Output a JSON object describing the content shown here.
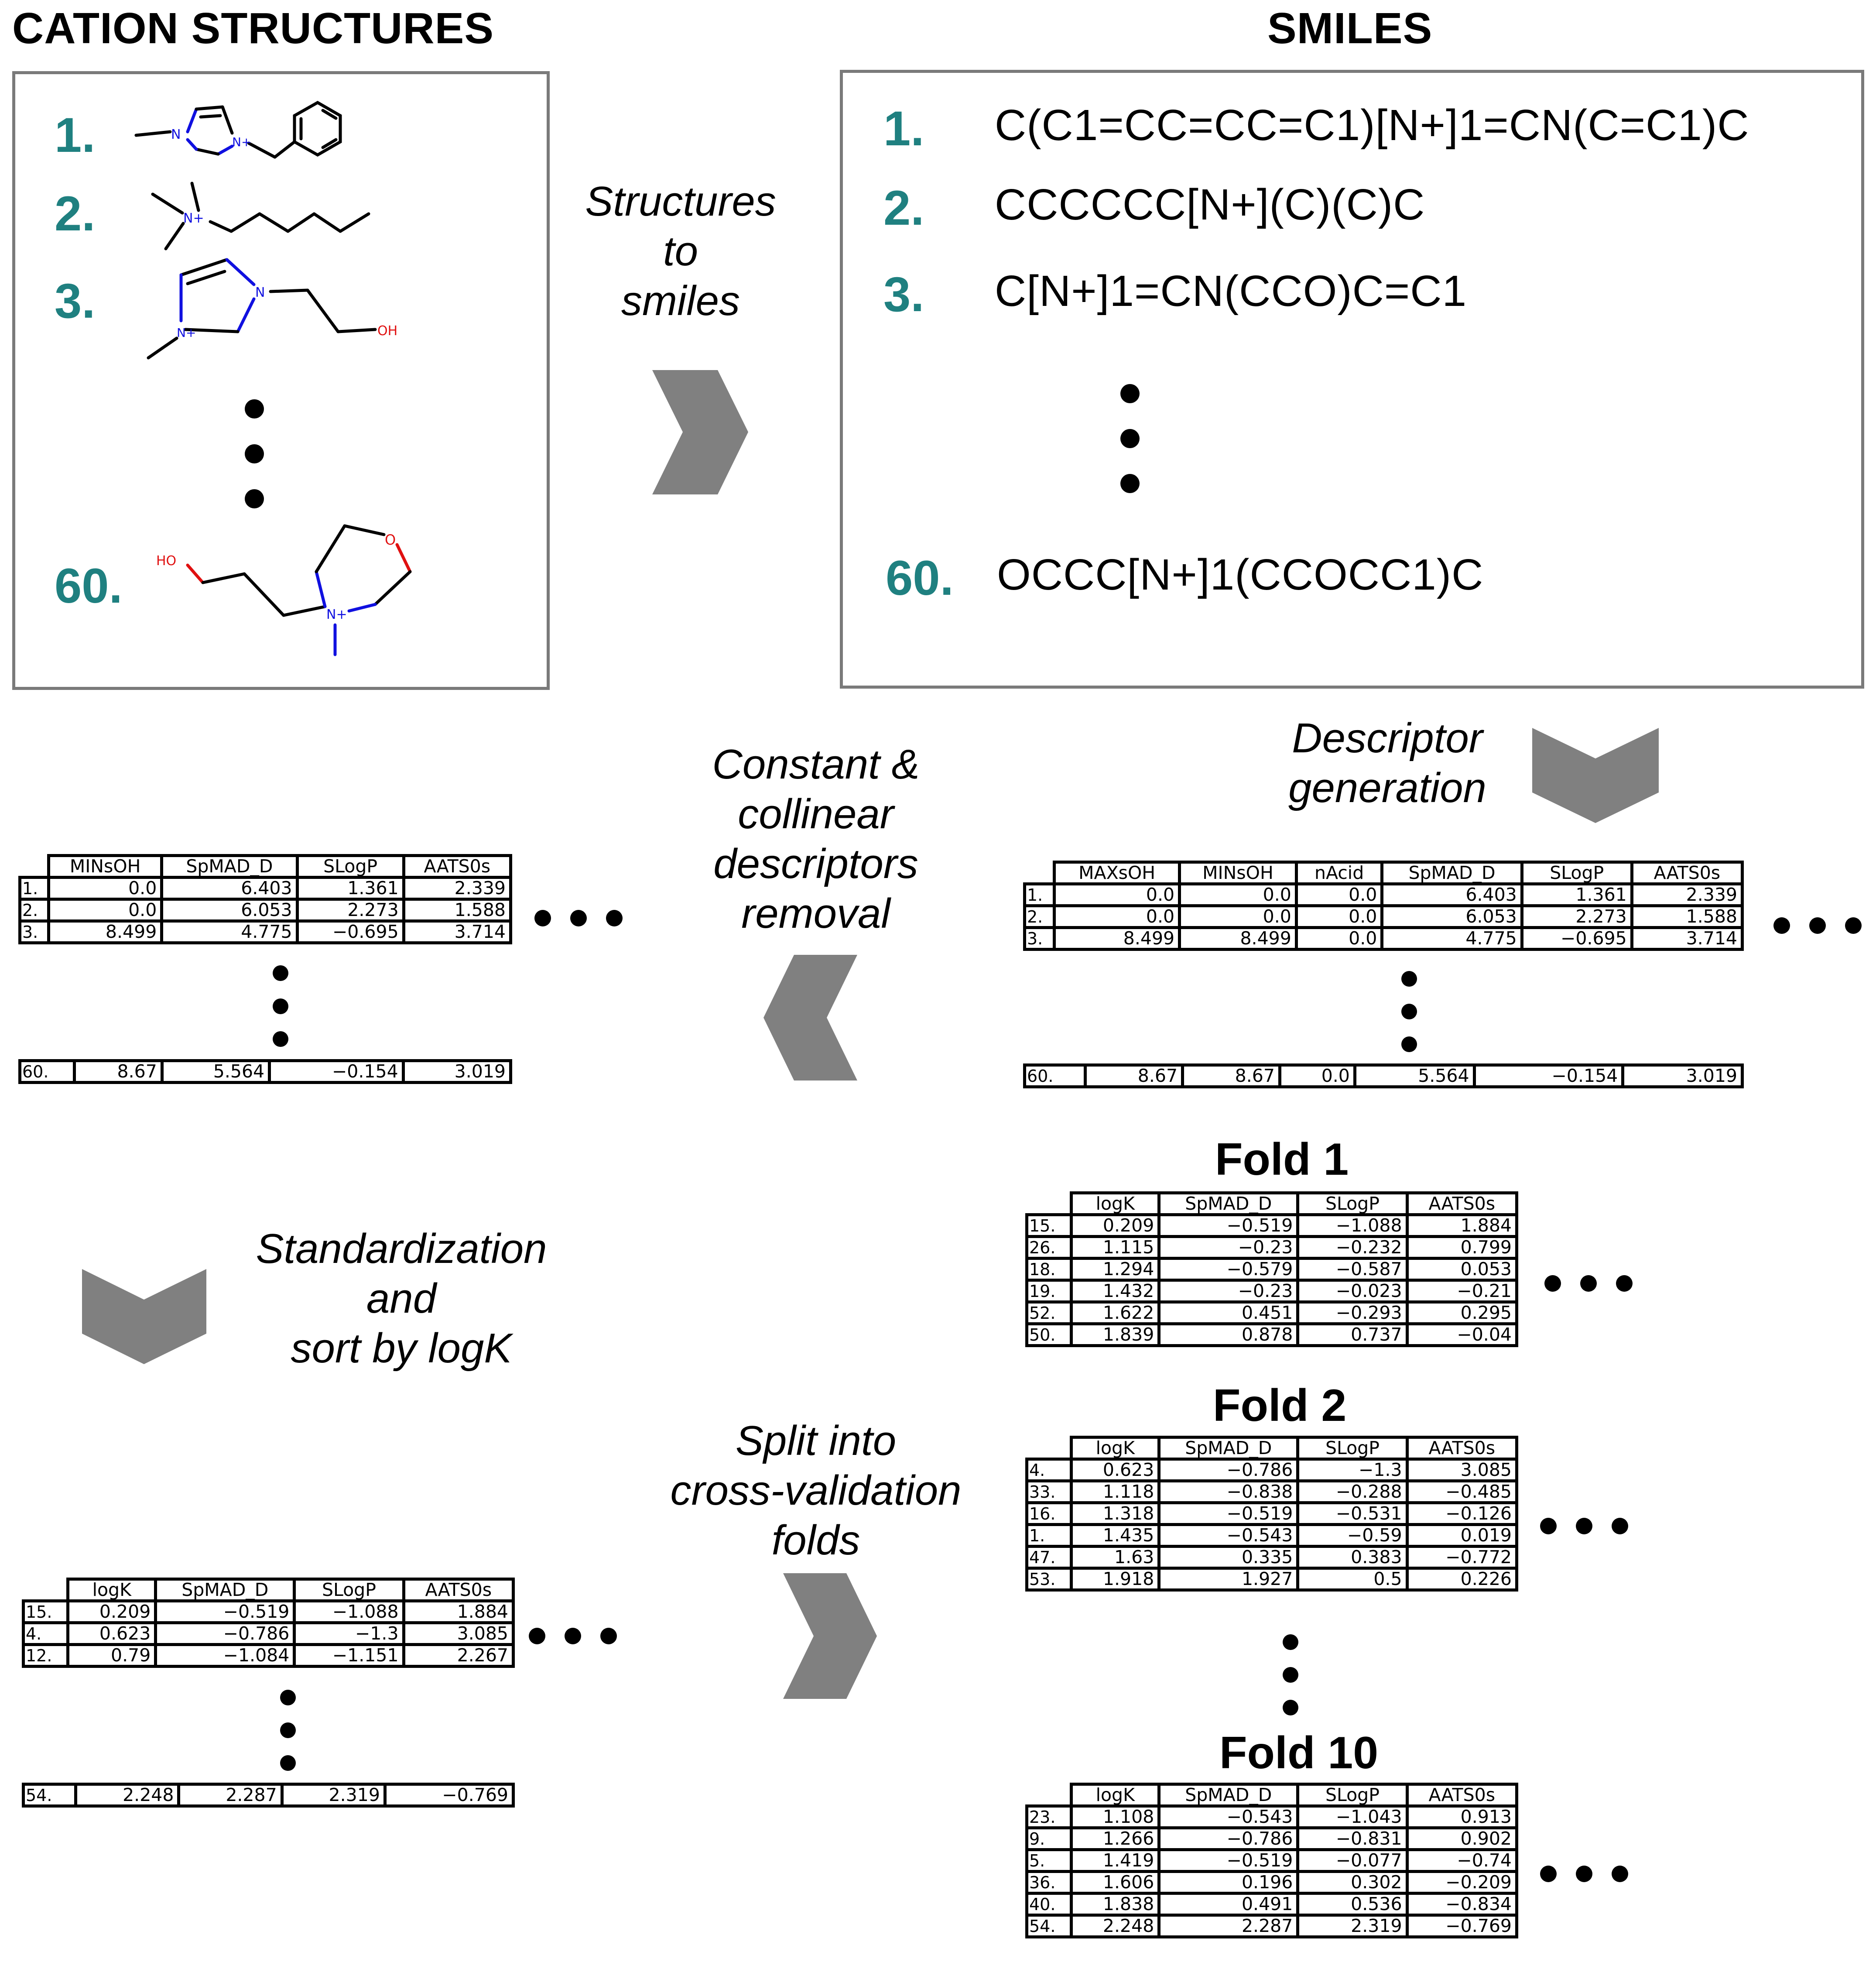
{
  "headings": {
    "structures": "CATION STRUCTURES",
    "smiles": "SMILES"
  },
  "structures": [
    {
      "number": "1.",
      "atom_labels": [
        "N",
        "N+"
      ]
    },
    {
      "number": "2.",
      "atom_labels": [
        "N+"
      ]
    },
    {
      "number": "3.",
      "atom_labels": [
        "N",
        "N+",
        "OH"
      ]
    },
    {
      "number": "60.",
      "atom_labels": [
        "HO",
        "N+",
        "O"
      ]
    }
  ],
  "smiles": [
    {
      "number": "1.",
      "text": "C(C1=CC=CC=C1)[N+]1=CN(C=C1)C"
    },
    {
      "number": "2.",
      "text": "CCCCCC[N+](C)(C)C"
    },
    {
      "number": "3.",
      "text": "C[N+]1=CN(CCO)C=C1"
    },
    {
      "number": "60.",
      "text": "OCCC[N+]1(CCOCC1)C"
    }
  ],
  "steps": {
    "to_smiles": [
      "Structures",
      "to",
      "smiles"
    ],
    "descriptor": [
      "Descriptor",
      "generation"
    ],
    "removal": [
      "Constant &",
      "collinear",
      "descriptors",
      "removal"
    ],
    "standardization": [
      "Standardization",
      "and",
      "sort by logK"
    ],
    "split": [
      "Split into",
      "cross-validation",
      "folds"
    ]
  },
  "colors": {
    "number_teal": "#1f8080",
    "arrow_gray": "#808080",
    "panel_border": "#7a7a7a",
    "atom_n": "#1010e0",
    "atom_o": "#e01010"
  },
  "tables": {
    "descriptors": {
      "headers": [
        "MAXsOH",
        "MINsOH",
        "nAcid",
        "SpMAD_D",
        "SLogP",
        "AATS0s"
      ],
      "rows": [
        [
          "1.",
          "0.0",
          "0.0",
          "0.0",
          "6.403",
          "1.361",
          "2.339"
        ],
        [
          "2.",
          "0.0",
          "0.0",
          "0.0",
          "6.053",
          "2.273",
          "1.588"
        ],
        [
          "3.",
          "8.499",
          "8.499",
          "0.0",
          "4.775",
          "−0.695",
          "3.714"
        ]
      ],
      "last_row": [
        "60.",
        "8.67",
        "8.67",
        "0.0",
        "5.564",
        "−0.154",
        "3.019"
      ]
    },
    "reduced": {
      "headers": [
        "MINsOH",
        "SpMAD_D",
        "SLogP",
        "AATS0s"
      ],
      "rows": [
        [
          "1.",
          "0.0",
          "6.403",
          "1.361",
          "2.339"
        ],
        [
          "2.",
          "0.0",
          "6.053",
          "2.273",
          "1.588"
        ],
        [
          "3.",
          "8.499",
          "4.775",
          "−0.695",
          "3.714"
        ]
      ],
      "last_row": [
        "60.",
        "8.67",
        "5.564",
        "−0.154",
        "3.019"
      ]
    },
    "standardized": {
      "headers": [
        "logK",
        "SpMAD_D",
        "SLogP",
        "AATS0s"
      ],
      "rows": [
        [
          "15.",
          "0.209",
          "−0.519",
          "−1.088",
          "1.884"
        ],
        [
          "4.",
          "0.623",
          "−0.786",
          "−1.3",
          "3.085"
        ],
        [
          "12.",
          "0.79",
          "−1.084",
          "−1.151",
          "2.267"
        ]
      ],
      "last_row": [
        "54.",
        "2.248",
        "2.287",
        "2.319",
        "−0.769"
      ]
    },
    "folds": [
      {
        "title": "Fold 1",
        "headers": [
          "logK",
          "SpMAD_D",
          "SLogP",
          "AATS0s"
        ],
        "rows": [
          [
            "15.",
            "0.209",
            "−0.519",
            "−1.088",
            "1.884"
          ],
          [
            "26.",
            "1.115",
            "−0.23",
            "−0.232",
            "0.799"
          ],
          [
            "18.",
            "1.294",
            "−0.579",
            "−0.587",
            "0.053"
          ],
          [
            "19.",
            "1.432",
            "−0.23",
            "−0.023",
            "−0.21"
          ],
          [
            "52.",
            "1.622",
            "0.451",
            "−0.293",
            "0.295"
          ],
          [
            "50.",
            "1.839",
            "0.878",
            "0.737",
            "−0.04"
          ]
        ]
      },
      {
        "title": "Fold 2",
        "headers": [
          "logK",
          "SpMAD_D",
          "SLogP",
          "AATS0s"
        ],
        "rows": [
          [
            "4.",
            "0.623",
            "−0.786",
            "−1.3",
            "3.085"
          ],
          [
            "33.",
            "1.118",
            "−0.838",
            "−0.288",
            "−0.485"
          ],
          [
            "16.",
            "1.318",
            "−0.519",
            "−0.531",
            "−0.126"
          ],
          [
            "1.",
            "1.435",
            "−0.543",
            "−0.59",
            "0.019"
          ],
          [
            "47.",
            "1.63",
            "0.335",
            "0.383",
            "−0.772"
          ],
          [
            "53.",
            "1.918",
            "1.927",
            "0.5",
            "0.226"
          ]
        ]
      },
      {
        "title": "Fold 10",
        "headers": [
          "logK",
          "SpMAD_D",
          "SLogP",
          "AATS0s"
        ],
        "rows": [
          [
            "23.",
            "1.108",
            "−0.543",
            "−1.043",
            "0.913"
          ],
          [
            "9.",
            "1.266",
            "−0.786",
            "−0.831",
            "0.902"
          ],
          [
            "5.",
            "1.419",
            "−0.519",
            "−0.077",
            "−0.74"
          ],
          [
            "36.",
            "1.606",
            "0.196",
            "0.302",
            "−0.209"
          ],
          [
            "40.",
            "1.838",
            "0.491",
            "0.536",
            "−0.834"
          ],
          [
            "54.",
            "2.248",
            "2.287",
            "2.319",
            "−0.769"
          ]
        ]
      }
    ]
  }
}
